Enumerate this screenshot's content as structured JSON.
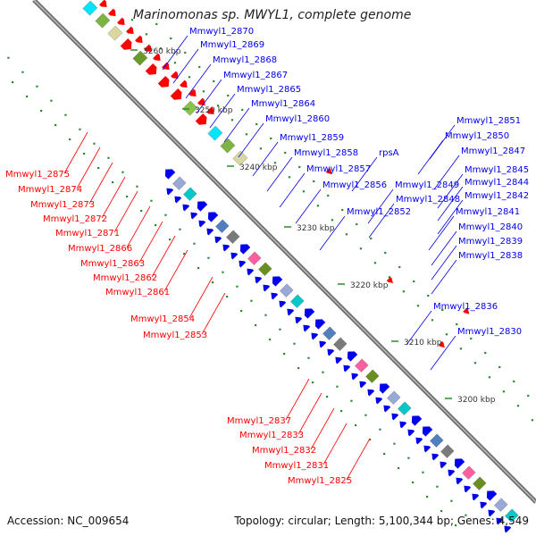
{
  "title": "Marinomonas sp. MWYL1, complete genome",
  "accession": "Accession: NC_009654",
  "summary": "Topology: circular; Length: 5,100,344 bp; Genes: 4,549",
  "scale_labels": [
    "3260 kbp",
    "3250 kbp",
    "3240 kbp",
    "3230 kbp",
    "3220 kbp",
    "3210 kbp",
    "3200 kbp"
  ],
  "blue_labels": [
    "Mmwyl1_2870",
    "Mmwyl1_2869",
    "Mmwyl1_2868",
    "Mmwyl1_2867",
    "Mmwyl1_2865",
    "Mmwyl1_2864",
    "Mmwyl1_2860",
    "Mmwyl1_2859",
    "Mmwyl1_2858",
    "rpsA",
    "Mmwyl1_2857",
    "Mmwyl1_2856",
    "Mmwyl1_2852",
    "Mmwyl1_2851",
    "Mmwyl1_2850",
    "Mmwyl1_2847",
    "Mmwyl1_2849",
    "Mmwyl1_2848",
    "Mmwyl1_2845",
    "Mmwyl1_2844",
    "Mmwyl1_2842",
    "Mmwyl1_2841",
    "Mmwyl1_2840",
    "Mmwyl1_2839",
    "Mmwyl1_2838",
    "Mmwyl1_2836",
    "Mmwyl1_2830"
  ],
  "red_labels": [
    "Mmwyl1_2875",
    "Mmwyl1_2874",
    "Mmwyl1_2873",
    "Mmwyl1_2872",
    "Mmwyl1_2871",
    "Mmwyl1_2866",
    "Mmwyl1_2863",
    "Mmwyl1_2862",
    "Mmwyl1_2861",
    "Mmwyl1_2854",
    "Mmwyl1_2853",
    "Mmwyl1_2837",
    "Mmwyl1_2833",
    "Mmwyl1_2832",
    "Mmwyl1_2831",
    "Mmwyl1_2825"
  ],
  "colors": {
    "forward": "#ff0000",
    "reverse": "#0000ee",
    "backbone": "#8a8a8a",
    "dots": "#2e8b2e",
    "label_text": "#333333"
  }
}
